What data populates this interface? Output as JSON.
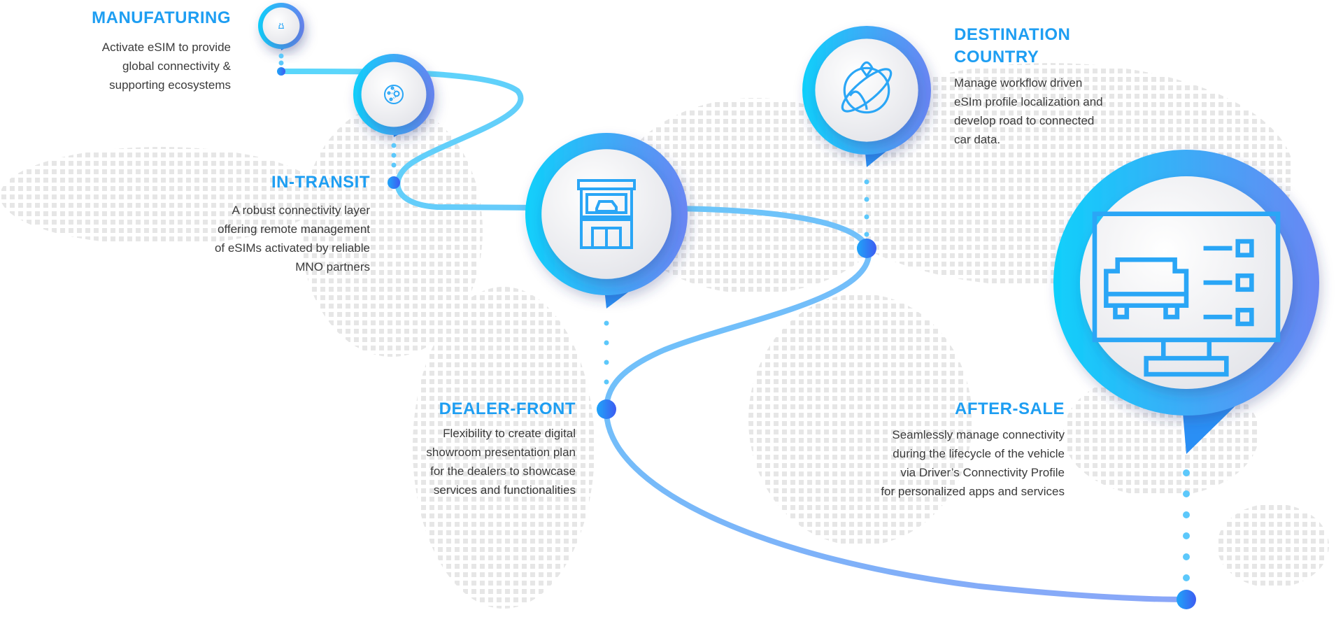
{
  "stages": [
    {
      "title": "MANUFATURING",
      "icon": "robot-arm-icon",
      "lines": [
        "Activate eSIM to provide",
        "global connectivity &",
        "supporting ecosystems"
      ]
    },
    {
      "title": "IN-TRANSIT",
      "icon": "route-map-icon",
      "lines": [
        "A robust connectivity layer",
        "offering remote management",
        "of eSIMs activated by reliable",
        "MNO partners"
      ]
    },
    {
      "title": "DEALER-FRONT",
      "icon": "showroom-store-icon",
      "lines": [
        "Flexibility to create digital",
        "showroom presentation plan",
        "for the dealers to showcase",
        "services and functionalities"
      ]
    },
    {
      "title_lines": [
        "DESTINATION",
        "COUNTRY"
      ],
      "icon": "globe-route-icon",
      "lines": [
        "Manage workflow driven",
        "eSIm profile localization and",
        "develop road to connected",
        "car data."
      ]
    },
    {
      "title": "AFTER-SALE",
      "icon": "car-monitor-icon",
      "lines": [
        "Seamlessly manage connectivity",
        "during the lifecycle of the vehicle",
        "via Driver’s Connectivity Profile",
        "for personalized apps and services"
      ]
    }
  ],
  "colors": {
    "cyan": "#0fd0fb",
    "blue": "#3d7cf2",
    "text": "#3a3a3a",
    "dots": "#e4e4e4"
  }
}
